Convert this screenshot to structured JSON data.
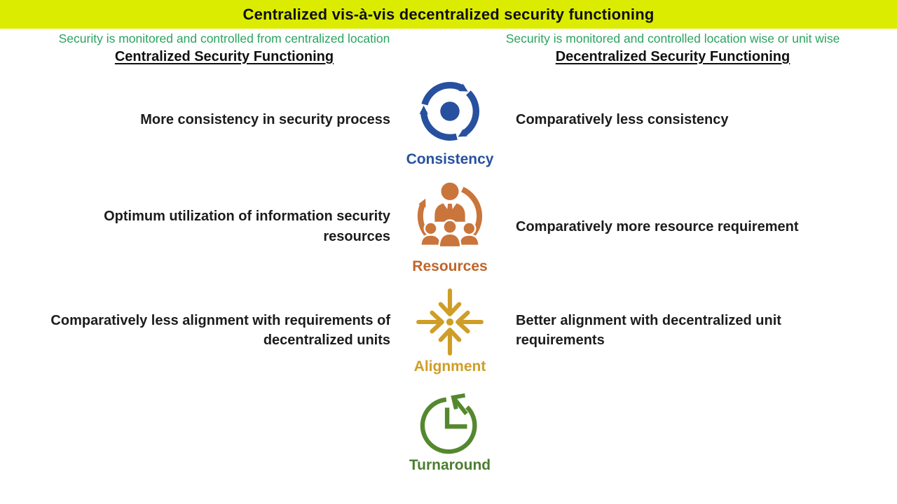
{
  "banner": {
    "title": "Centralized vis-à-vis decentralized security functioning"
  },
  "columns": {
    "left": {
      "subtitle": "Security is monitored and controlled from centralized location",
      "header": "Centralized Security Functioning"
    },
    "right": {
      "subtitle": "Security is monitored and controlled location wise or unit wise",
      "header": "Decentralized Security Functioning"
    }
  },
  "rows": [
    {
      "icon": "consistency-cycle-icon",
      "label": "Consistency",
      "left": {
        "line1": "More consistency in security process",
        "line2": ""
      },
      "right": {
        "line1": "Comparatively less consistency",
        "line2": ""
      }
    },
    {
      "icon": "resources-people-icon",
      "label": "Resources",
      "left": {
        "line1": "Optimum utilization of information security",
        "line2": "resources"
      },
      "right": {
        "line1": "Comparatively more resource requirement",
        "line2": ""
      }
    },
    {
      "icon": "alignment-converge-icon",
      "label": "Alignment",
      "left": {
        "line1": "Comparatively less alignment with requirements of",
        "line2": "decentralized units"
      },
      "right": {
        "line1": "Better alignment with decentralized unit",
        "line2": "requirements"
      }
    },
    {
      "icon": "turnaround-clock-icon",
      "label": "Turnaround",
      "left": {
        "line1": "",
        "line2": ""
      },
      "right": {
        "line1": "",
        "line2": ""
      }
    }
  ],
  "colors": {
    "banner": "#dcec00",
    "green-sub": "#2aa45e",
    "blue": "#27519e",
    "orange": "#c9753b",
    "orange-label": "#c0652a",
    "gold": "#cf9e26",
    "green": "#55882e",
    "green-label": "#4c7d31"
  }
}
